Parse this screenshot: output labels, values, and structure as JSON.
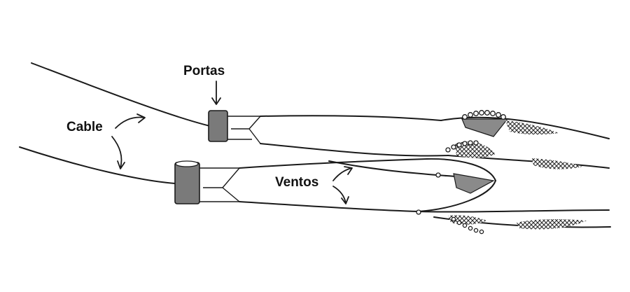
{
  "labels": {
    "doors": "Portas",
    "cable": "Cable",
    "wings": "Ventos"
  },
  "colors": {
    "line": "#1a1a1a",
    "door_fill": "#7a7a7a",
    "net_fill": "#8a8a8a",
    "background": "#ffffff"
  }
}
